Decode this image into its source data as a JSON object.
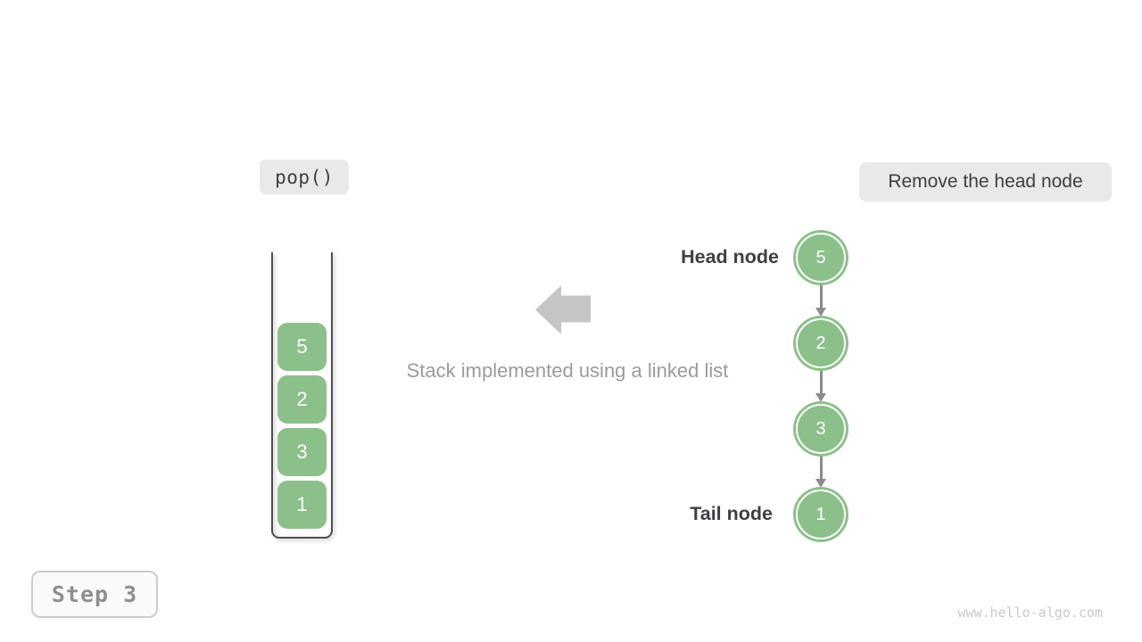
{
  "pop_badge": {
    "label": "pop()"
  },
  "action_badge": {
    "label": "Remove the head node"
  },
  "caption": {
    "text": "Stack implemented using a linked list"
  },
  "stack": {
    "items": [
      "5",
      "2",
      "3",
      "1"
    ]
  },
  "linked_list": {
    "head_label": "Head node",
    "tail_label": "Tail node",
    "nodes": [
      "5",
      "2",
      "3",
      "1"
    ]
  },
  "step_badge": {
    "label": "Step 3"
  },
  "watermark": {
    "text": "www.hello-algo.com"
  },
  "icons": {
    "big_arrow": "left-arrow-icon",
    "node_link": "down-arrow-icon"
  },
  "colors": {
    "node_green": "#8cc08a",
    "badge_bg": "#e9e9e9",
    "dark_text": "#3c4045",
    "muted_text": "#9b9b9b",
    "arrow_gray": "#c5c5c5",
    "connector_gray": "#8c8c8c",
    "step_text": "#8f8f8f",
    "watermark_gray": "#c9c9c9"
  }
}
